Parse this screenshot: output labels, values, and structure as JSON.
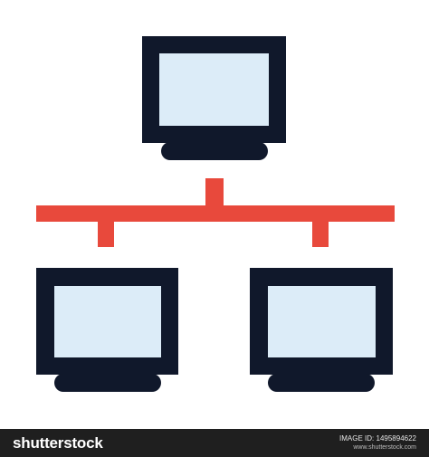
{
  "colors": {
    "monitor_frame": "#10182b",
    "screen_fill": "#dcecf8",
    "network_line": "#e8493c",
    "footer_bg": "#1f1f1f"
  },
  "illustration": {
    "subject": "network-computers-icon",
    "icons": [
      "monitor-icon",
      "monitor-icon",
      "monitor-icon",
      "network-connector-icon"
    ]
  },
  "footer": {
    "logo_text": "shutterstock",
    "image_id": "IMAGE ID: 1495894622",
    "site": "www.shutterstock.com"
  }
}
